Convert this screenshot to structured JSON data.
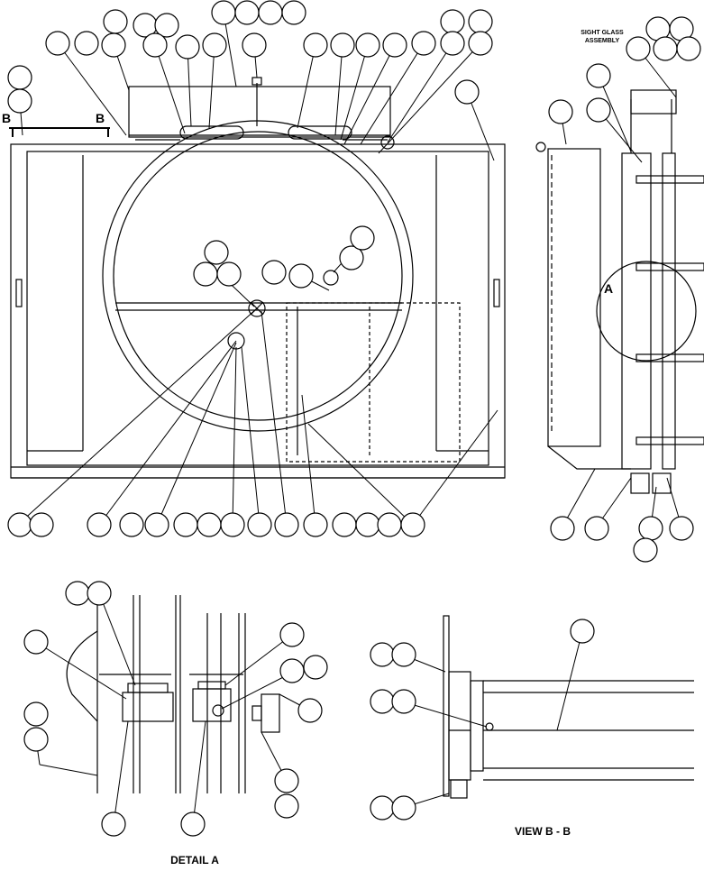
{
  "labels": {
    "sight_glass_line1": "SIGHT GLASS",
    "sight_glass_line2": "ASSEMBLY",
    "section_b_left": "B",
    "section_b_right": "B",
    "detail_marker": "A",
    "detail_a_title": "DETAIL A",
    "view_bb_title": "VIEW B - B"
  },
  "colors": {
    "line": "#000000",
    "background": "#ffffff",
    "callout_fill": "#ffffff"
  }
}
